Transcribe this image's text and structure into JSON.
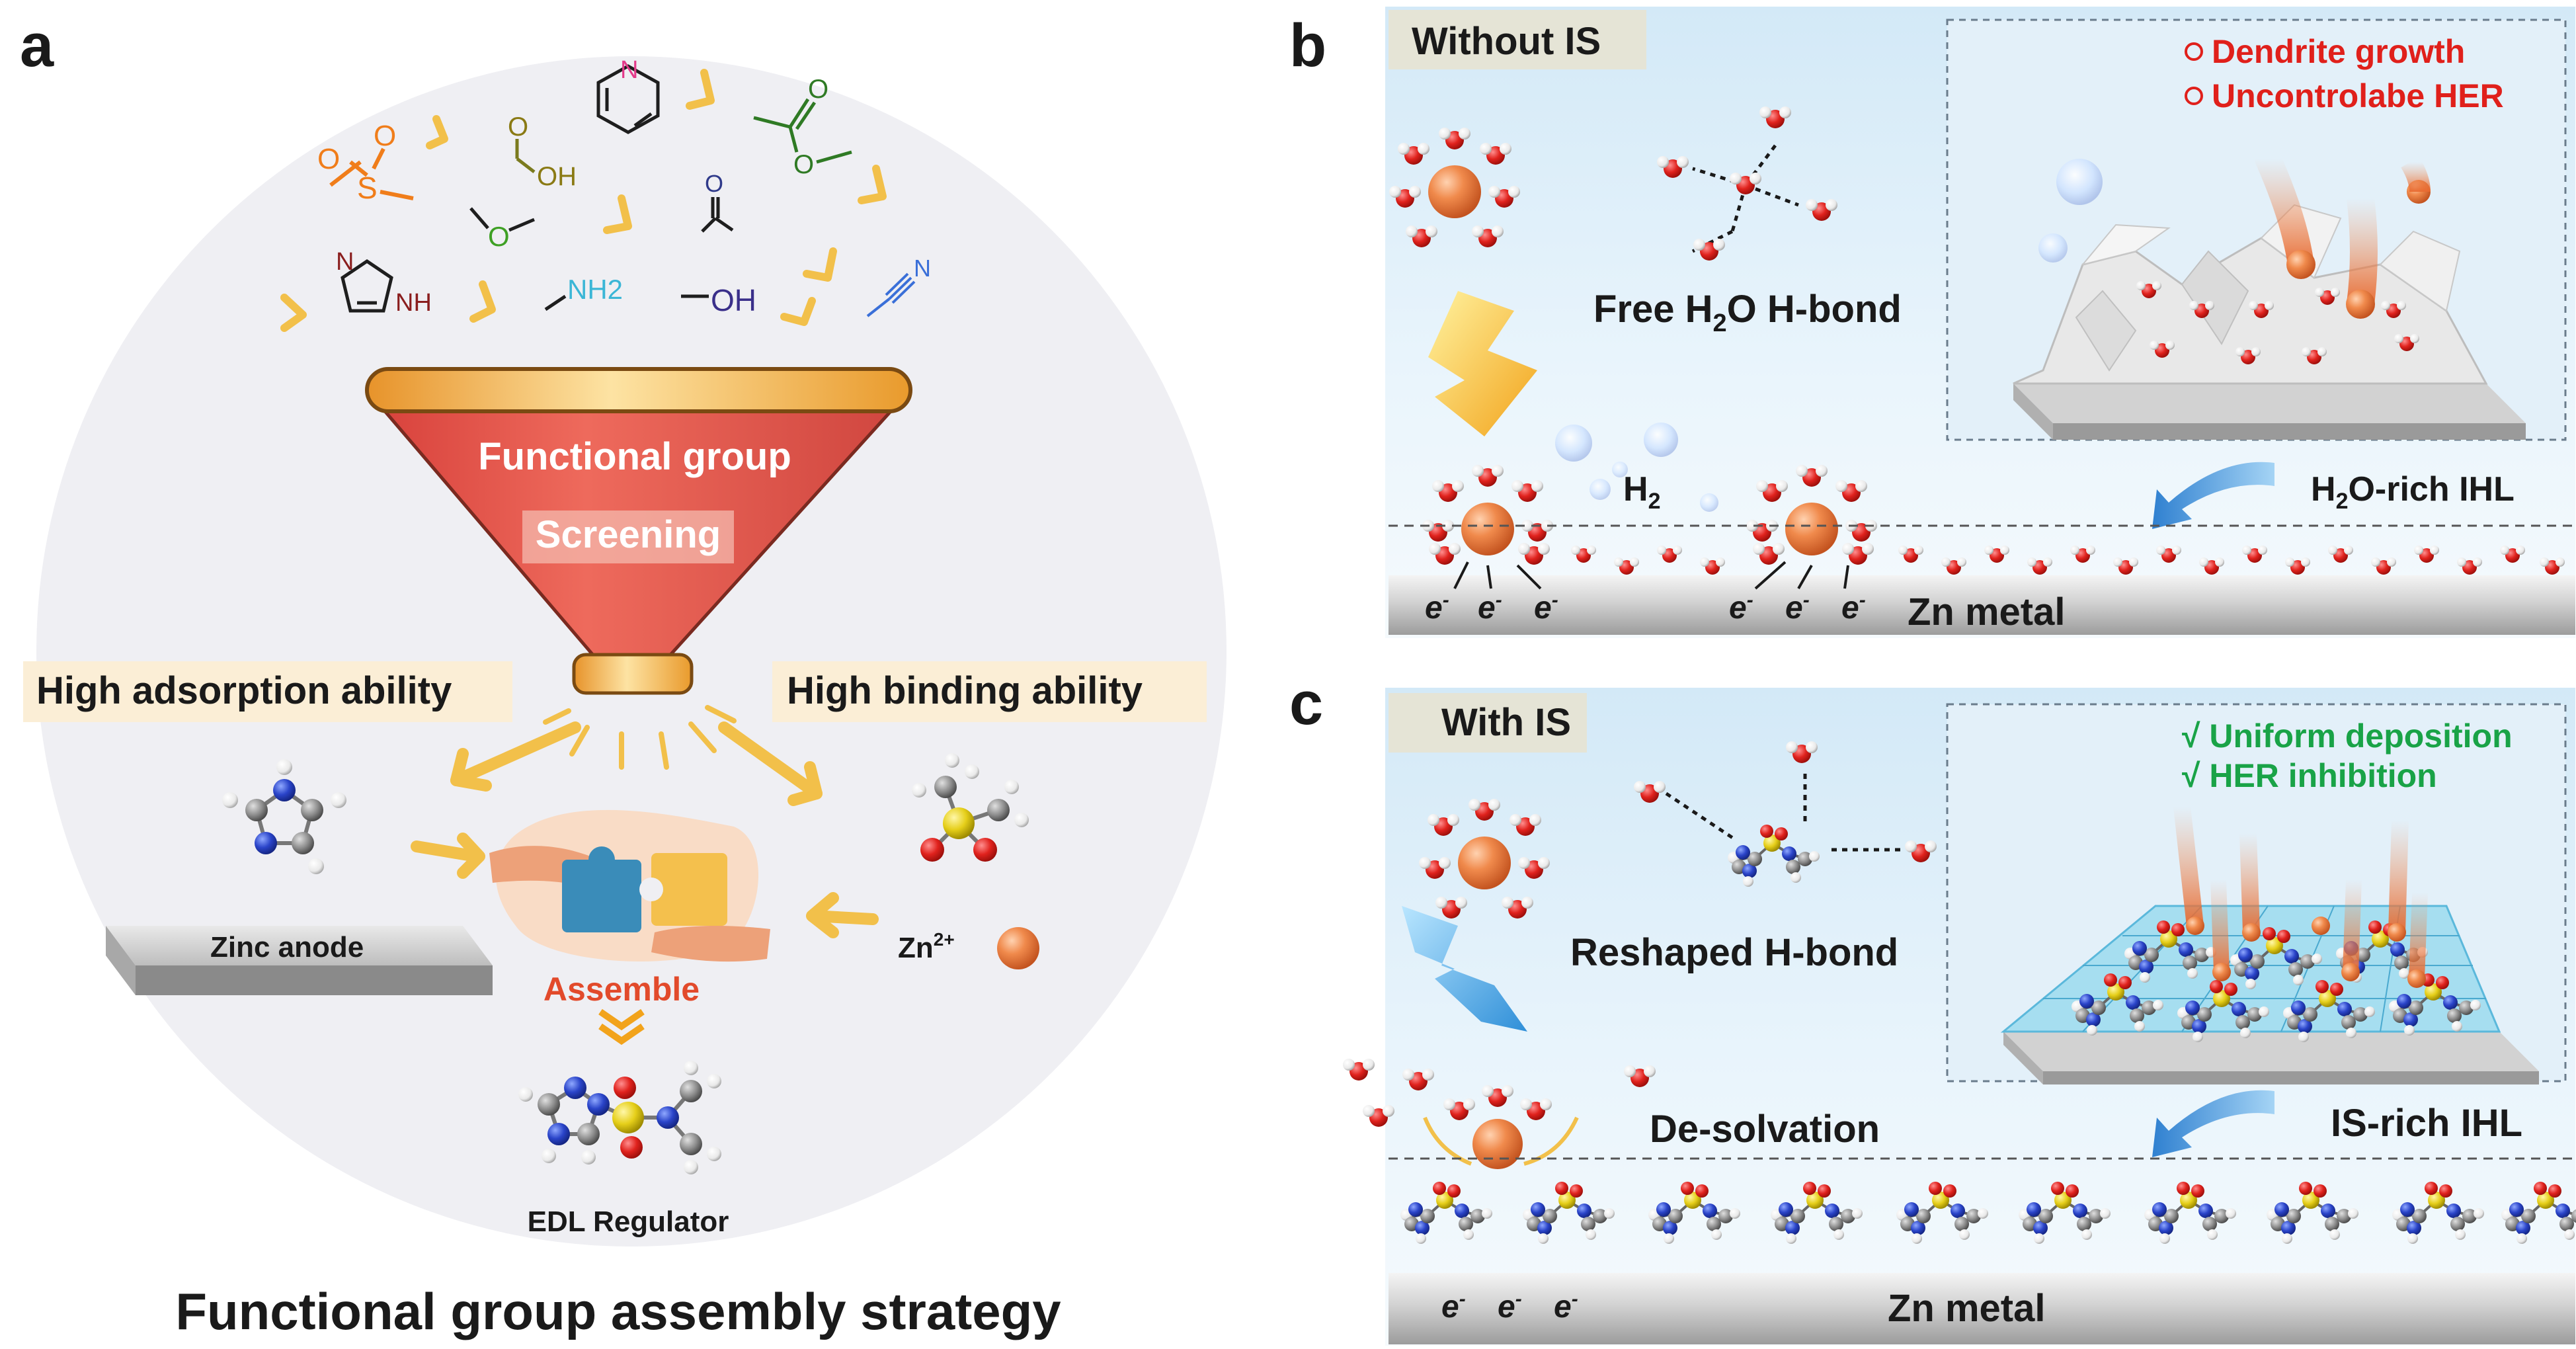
{
  "panel_a": {
    "letter": "a",
    "funnel_line1": "Functional group",
    "funnel_line2": "Screening",
    "left_label": "High adsorption ability",
    "right_label": "High binding ability",
    "zinc_anode": "Zinc anode",
    "zn_ion": "Zn",
    "zn_ion_sup": "2+",
    "assemble": "Assemble",
    "edl_regulator": "EDL Regulator",
    "caption": "Functional group assembly strategy",
    "molecules": {
      "sulfonyl_s": "S",
      "sulfonyl_o1": "O",
      "sulfonyl_o2": "O",
      "aldehyde_o": "O",
      "aldehyde_oh": "OH",
      "ether_o": "O",
      "pyridine_n": "N",
      "ester_o1": "O",
      "ester_o2": "O",
      "ketone_o": "O",
      "imidazole_n": "N",
      "imidazole_nh": "NH",
      "amine": "NH2",
      "hydroxyl": "OH",
      "nitrile": "N"
    },
    "colors": {
      "funnel_body": "#e3574f",
      "funnel_rim": "#f0a033",
      "arrow": "#f2c04a",
      "circle_bg": "#eeeef2",
      "assemble_text": "#e24a2b",
      "label_box": "#fbeed6"
    }
  },
  "panel_b": {
    "letter": "b",
    "tag": "Without IS",
    "bullet1": "Dendrite growth",
    "bullet2": "Uncontrolabe HER",
    "free_bond_1": "Free H",
    "free_bond_sub": "2",
    "free_bond_2": "O H-bond",
    "h2": "H",
    "h2_sub": "2",
    "ihl_1": "H",
    "ihl_sub": "2",
    "ihl_2": "O-rich IHL",
    "electron": "e",
    "electron_sup": "-",
    "zn_metal": "Zn metal",
    "colors": {
      "bullet": "#e0201b",
      "bg": "#dbeef9"
    }
  },
  "panel_c": {
    "letter": "c",
    "tag": "With IS",
    "bullet1": "√ Uniform deposition",
    "bullet2": "√ HER inhibition",
    "reshaped_bond": "Reshaped H-bond",
    "desolvation": "De-solvation",
    "ihl": "IS-rich IHL",
    "electron": "e",
    "electron_sup": "-",
    "zn_metal": "Zn metal",
    "colors": {
      "bullet": "#19a347",
      "bg": "#dbeef9"
    }
  }
}
